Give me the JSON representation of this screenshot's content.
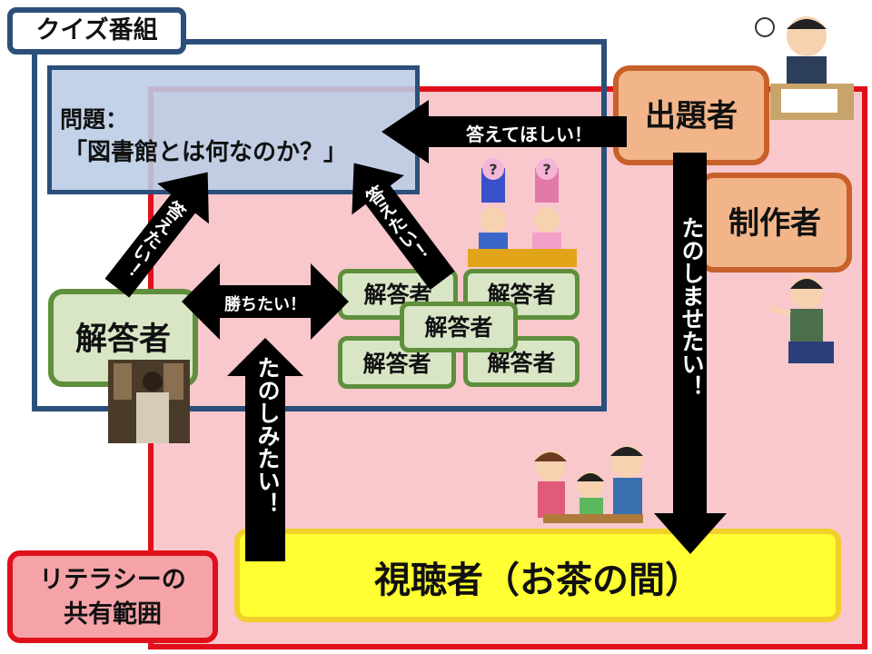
{
  "quiz_program": {
    "label": "クイズ番組"
  },
  "literacy": {
    "label_line1": "リテラシーの",
    "label_line2": "共有範囲"
  },
  "question": {
    "label": "問題：",
    "text": "「図書館とは何なのか？」"
  },
  "nodes": {
    "questioner": "出題者",
    "producer": "制作者",
    "answerer_main": "解答者",
    "answerer_group": [
      "解答者",
      "解答者",
      "解答者",
      "解答者",
      "解答者"
    ],
    "viewers": "視聴者（お茶の間）"
  },
  "arrows": {
    "want_answer": "答えてほしい！",
    "want_to_answer_left": "答えたい！",
    "want_to_answer_right": "答えたい！",
    "want_to_win": "勝ちたい！",
    "want_to_enjoy": "たのしみたい！",
    "want_to_entertain": "たのしませたい！"
  },
  "colors": {
    "quiz_border": "#2b4f7a",
    "literacy_border": "#e0101a",
    "literacy_fill": "#f8c8cc",
    "question_fill": "#b9cde6",
    "viewer_fill": "#ffff33"
  },
  "icons": [
    "question-hat-contestant-boy-icon",
    "question-hat-contestant-girl-icon",
    "worried-writer-icon",
    "director-headset-icon",
    "family-icon",
    "person-photo-icon"
  ]
}
